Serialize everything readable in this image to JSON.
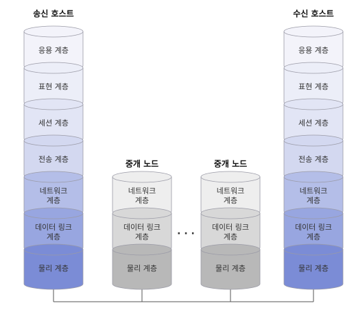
{
  "sender": {
    "title": "송신 호스트",
    "layers": [
      {
        "label": "응용 계층",
        "color": "#f3f3fa"
      },
      {
        "label": "표현 계층",
        "color": "#eceef8"
      },
      {
        "label": "세션 계층",
        "color": "#e2e5f5"
      },
      {
        "label": "전송 계층",
        "color": "#d3d8f0"
      },
      {
        "label": "네트워크\n계층",
        "color": "#b4bee8"
      },
      {
        "label": "데이터 링크\n계층",
        "color": "#98a6e0"
      },
      {
        "label": "물리 계층",
        "color": "#7b8cd6"
      }
    ]
  },
  "relay1": {
    "title": "중개 노드",
    "layers": [
      {
        "label": "네트워크\n계층",
        "color": "#eeeeee"
      },
      {
        "label": "데이터 링크\n계층",
        "color": "#d8d8d8"
      },
      {
        "label": "물리 계층",
        "color": "#b8b8b8"
      }
    ]
  },
  "relay2": {
    "title": "중개 노드",
    "layers": [
      {
        "label": "네트워크\n계층",
        "color": "#eeeeee"
      },
      {
        "label": "데이터 링크\n계층",
        "color": "#d8d8d8"
      },
      {
        "label": "물리 계층",
        "color": "#b8b8b8"
      }
    ]
  },
  "receiver": {
    "title": "수신 호스트",
    "layers": [
      {
        "label": "응용 계층",
        "color": "#f3f3fa"
      },
      {
        "label": "표현 계층",
        "color": "#eceef8"
      },
      {
        "label": "세션 계층",
        "color": "#e2e5f5"
      },
      {
        "label": "전송 계층",
        "color": "#d3d8f0"
      },
      {
        "label": "네트워크\n계층",
        "color": "#b4bee8"
      },
      {
        "label": "데이터 링크\n계층",
        "color": "#98a6e0"
      },
      {
        "label": "물리 계층",
        "color": "#7b8cd6"
      }
    ]
  },
  "ellipsis": "· · ·",
  "colors": {
    "outline": "#9a9aa6",
    "link_line": "#555555"
  }
}
